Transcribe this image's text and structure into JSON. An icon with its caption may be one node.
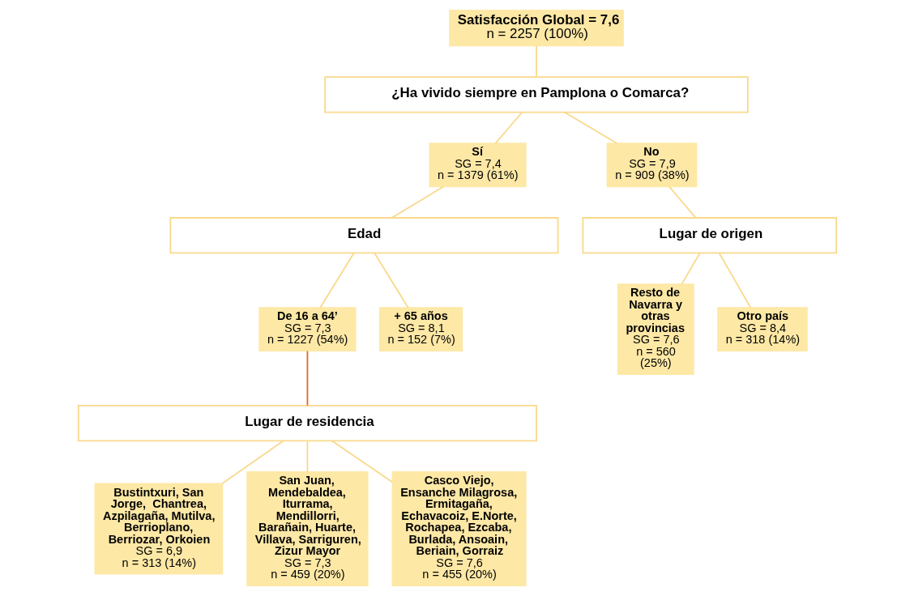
{
  "diagram": {
    "nodes": [
      {
        "text": [
          "Satisfacción Global = 7,6",
          "n = 2257 (100%)"
        ]
      },
      {
        "text": [
          "¿Ha vivido siempre en Pamplona o Comarca?"
        ]
      },
      {
        "text": [
          "Sí",
          "SG = 7,4",
          "n = 1379 (61%)"
        ]
      },
      {
        "text": [
          "No",
          "SG = 7,9",
          "n = 909 (38%)"
        ]
      },
      {
        "text": [
          "Edad"
        ]
      },
      {
        "text": [
          "Lugar de origen"
        ]
      },
      {
        "text": [
          "De 16 a 64’",
          "SG = 7,3",
          "n = 1227 (54%)"
        ]
      },
      {
        "text": [
          "+ 65 años",
          "SG = 8,1",
          "n = 152 (7%)"
        ]
      },
      {
        "text": [
          "Resto de Navarra y otras provincias",
          "SG = 7,6",
          "n = 560 (25%)"
        ]
      },
      {
        "text": [
          "Otro país",
          "SG = 8,4",
          "n = 318 (14%)"
        ]
      },
      {
        "text": [
          "Lugar de residencia"
        ]
      },
      {
        "text": [
          "Bustintxuri, San Jorge,  Chantrea, Azpilagaña, Mutilva, Berrioplano, Berriozar, Orkoien",
          "SG = 6,9",
          "n = 313 (14%)"
        ]
      },
      {
        "text": [
          "San Juan, Mendebaldea, Iturrama, Mendillorri, Barañain, Huarte, Villava, Sarriguren, Zizur Mayor",
          "SG = 7,3",
          "n = 459 (20%)"
        ]
      },
      {
        "text": [
          "Casco Viejo, Ensanche Milagrosa, Ermitagaña, Echavacoiz, E.Norte, Rochapea, Ezcaba, Burlada, Ansoain, Beriain, Gorraiz",
          "SG = 7,6",
          "n = 455 (20%)"
        ]
      }
    ],
    "edges": [
      {
        "from": 0,
        "to": 1,
        "arrow": "none"
      },
      {
        "from": 1,
        "to": 2,
        "arrow": "none"
      },
      {
        "from": 1,
        "to": 3,
        "arrow": "none"
      },
      {
        "from": 2,
        "to": 4,
        "arrow": "none"
      },
      {
        "from": 3,
        "to": 5,
        "arrow": "none"
      },
      {
        "from": 4,
        "to": 6,
        "arrow": "none"
      },
      {
        "from": 4,
        "to": 7,
        "arrow": "none"
      },
      {
        "from": 5,
        "to": 8,
        "arrow": "none"
      },
      {
        "from": 5,
        "to": 9,
        "arrow": "none"
      },
      {
        "from": 6,
        "to": 10,
        "arrow": "none",
        "color": "#e8661c"
      },
      {
        "from": 10,
        "to": 11,
        "arrow": "none"
      },
      {
        "from": 10,
        "to": 12,
        "arrow": "none"
      },
      {
        "from": 10,
        "to": 13,
        "arrow": "none"
      }
    ]
  }
}
